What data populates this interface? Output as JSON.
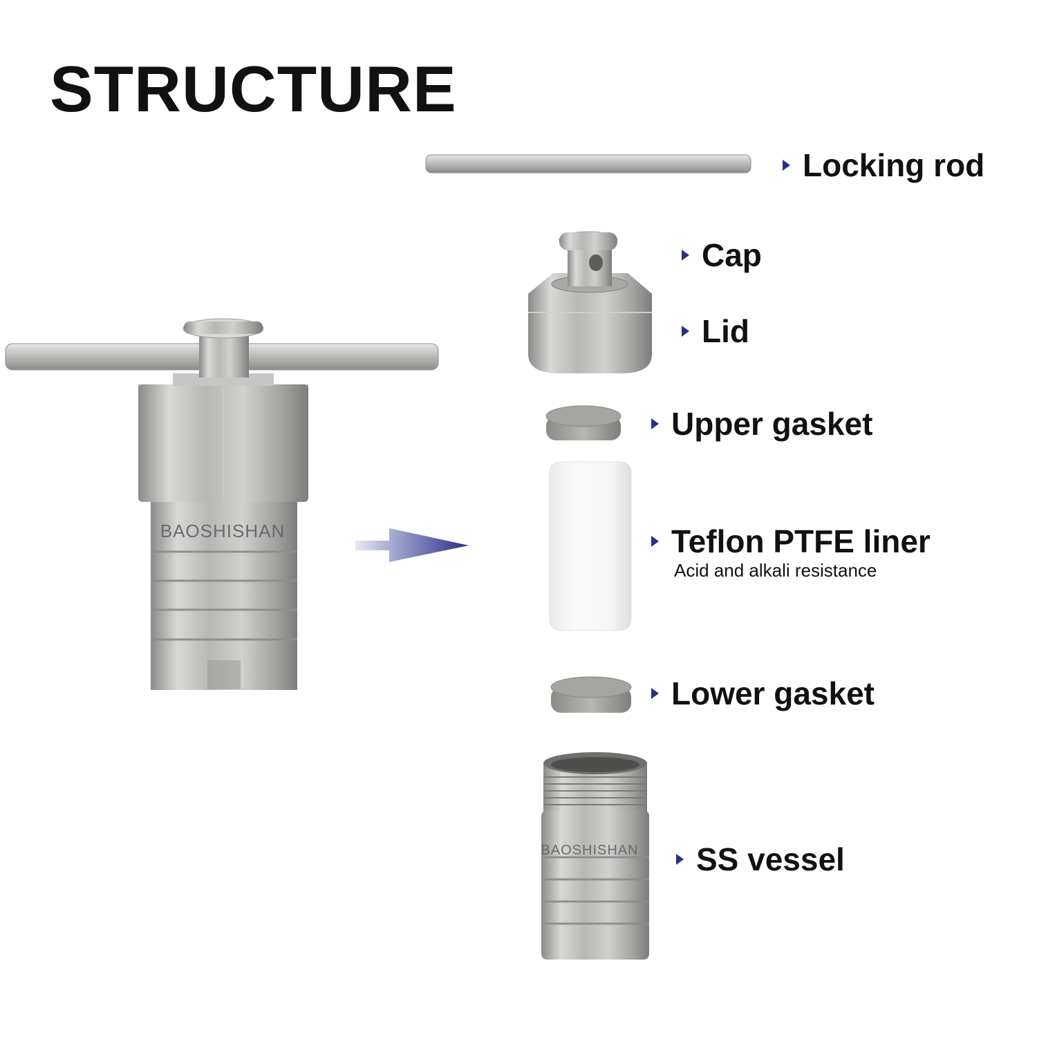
{
  "title": "STRUCTURE",
  "brand": "BAOSHISHAN",
  "accent_color": "#2c2f86",
  "labels": {
    "locking_rod": "Locking rod",
    "cap": "Cap",
    "lid": "Lid",
    "upper_gasket": "Upper gasket",
    "liner": "Teflon PTFE liner",
    "liner_note": "Acid and alkali resistance",
    "lower_gasket": "Lower gasket",
    "vessel": "SS vessel"
  },
  "icons": {
    "label_marker": "triangle-right-icon",
    "direction": "arrow-right-icon"
  }
}
